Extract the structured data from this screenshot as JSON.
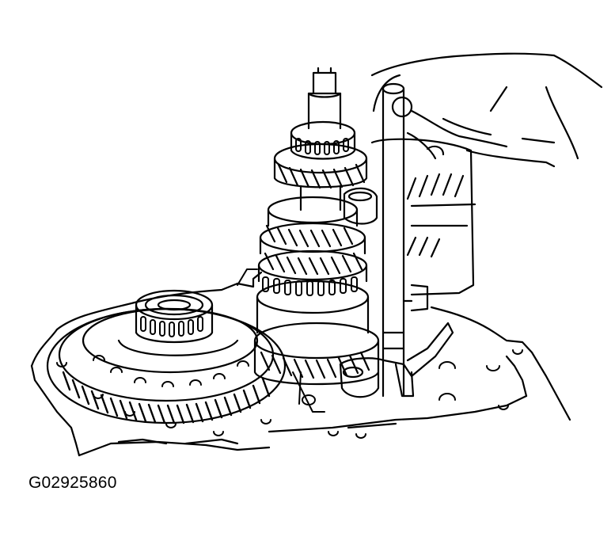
{
  "figure": {
    "id_label": "G02925860",
    "subject": "transaxle gear train with shift fork shaft being removed by hand",
    "colors": {
      "line": "#000000",
      "background": "#ffffff"
    }
  },
  "parts": [
    {
      "name": "input-shaft",
      "icon": "shaft-icon"
    },
    {
      "name": "tapered-roller-bearing-upper",
      "icon": "bearing-icon"
    },
    {
      "name": "helical-gear-stack",
      "icon": "gear-icon"
    },
    {
      "name": "shift-fork-shaft",
      "icon": "rod-icon"
    },
    {
      "name": "shift-fork",
      "icon": "fork-icon"
    },
    {
      "name": "differential-ring-gear",
      "icon": "gear-icon"
    },
    {
      "name": "differential-bearing",
      "icon": "bearing-icon"
    },
    {
      "name": "transaxle-case",
      "icon": "case-icon"
    },
    {
      "name": "hand",
      "icon": "hand-icon"
    }
  ]
}
